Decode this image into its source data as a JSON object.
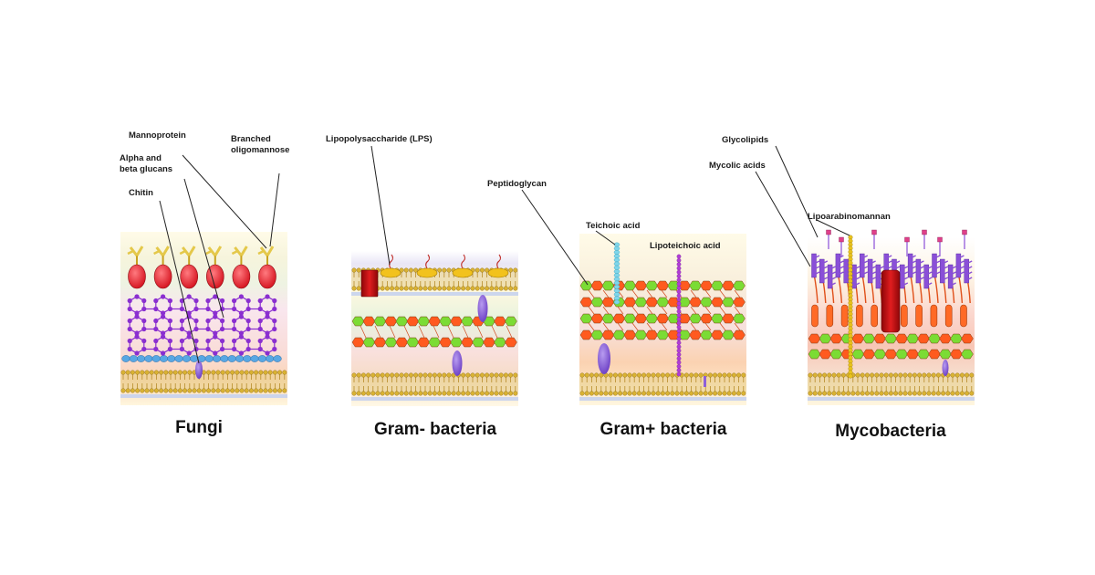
{
  "panels": [
    {
      "title": "Fungi",
      "labels": [
        "Mannoprotein",
        "Branched",
        "oligomannose",
        "Alpha and",
        "beta glucans",
        "Chitin"
      ]
    },
    {
      "title": "Gram- bacteria",
      "labels": [
        "Lipopolysaccharide (LPS)"
      ]
    },
    {
      "title": "Gram+ bacteria",
      "labels": [
        "Peptidoglycan",
        "Teichoic acid",
        "Lipoteichoic acid"
      ]
    },
    {
      "title": "Mycobacteria",
      "labels": [
        "Glycolipids",
        "Mycolic acids",
        "Lipoarabinomannan"
      ]
    }
  ],
  "colors": {
    "membrane_head": "#d9b233",
    "membrane_tail": "#e8cf86",
    "mannoprotein": "#e8262f",
    "glucan": "#8a2fd0",
    "chitin": "#58a7e3",
    "receptor": "#8e60d8",
    "lps": "#f2c21d",
    "porin": "#c41214",
    "nam": "#ff5a1f",
    "nag": "#7bdc34",
    "teichoic": "#7fd6ea",
    "lipoteichoic": "#b23cd8",
    "glycolipid": "#8a4fd8",
    "mycolic": "#ff6a26",
    "lam": "#e8c21e",
    "glyco_tip": "#e0408a"
  }
}
